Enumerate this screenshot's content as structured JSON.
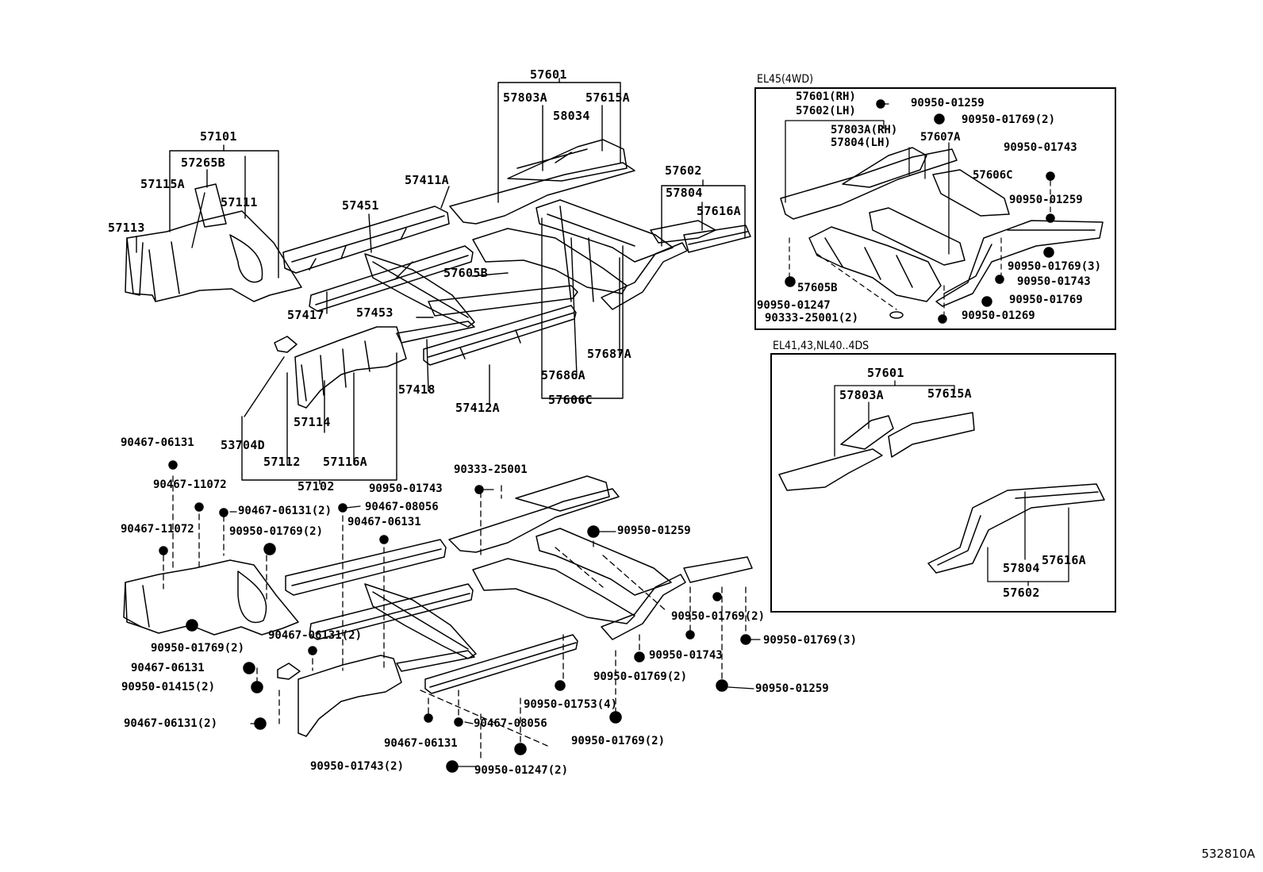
{
  "diagram": {
    "reference_code": "532810A",
    "insets": {
      "el45": {
        "title": "EL45(4WD)"
      },
      "el41": {
        "title": "EL41,43,NL40..4DS"
      }
    },
    "main_labels": {
      "p57601": "57601",
      "p57803A": "57803A",
      "p57615A": "57615A",
      "p58034": "58034",
      "p57101": "57101",
      "p57265B": "57265B",
      "p57115A": "57115A",
      "p57111": "57111",
      "p57113": "57113",
      "p57411A": "57411A",
      "p57602": "57602",
      "p57804": "57804",
      "p57616A": "57616A",
      "p57451": "57451",
      "p57605B": "57605B",
      "p57417": "57417",
      "p57453": "57453",
      "p57687A": "57687A",
      "p57418": "57418",
      "p57686A": "57686A",
      "p57412A": "57412A",
      "p57606C": "57606C",
      "p57114": "57114",
      "p53704D": "53704D",
      "p57112": "57112",
      "p57116A": "57116A",
      "p57102": "57102"
    },
    "hardware_labels": {
      "h1": "90467-06131",
      "h2": "90467-11072",
      "h3": "90467-06131(2)",
      "h4": "90467-08056",
      "h5": "90467-11072",
      "h6": "90950-01769(2)",
      "h7": "90467-06131",
      "h8": "90333-25001",
      "h9": "90950-01743",
      "h10": "90950-01259",
      "h11": "90950-01769(2)",
      "h12": "90467-06131(2)",
      "h13": "90950-01769(2)",
      "h14": "90467-06131",
      "h15": "90950-01415(2)",
      "h16": "90467-06131(2)",
      "h17": "90950-01743",
      "h18": "90950-01769(3)",
      "h19": "90950-01769(2)",
      "h20": "90950-01259",
      "h21": "90950-01753(4)",
      "h22": "90467-08056",
      "h23": "90467-06131",
      "h24": "90950-01769(2)",
      "h25": "90950-01743(2)",
      "h26": "90950-01247(2)"
    },
    "el45_labels": {
      "e1": "57601(RH)",
      "e2": "57602(LH)",
      "e3": "90950-01259",
      "e4": "90950-01769(2)",
      "e5": "57803A(RH)",
      "e6": "57804(LH)",
      "e7": "57607A",
      "e8": "90950-01743",
      "e9": "57606C",
      "e10": "90950-01259",
      "e11": "57605B",
      "e12": "90950-01769(3)",
      "e13": "90950-01743",
      "e14": "90950-01247",
      "e15": "90950-01769",
      "e16": "90333-25001(2)",
      "e17": "90950-01269"
    },
    "el41_labels": {
      "f1": "57601",
      "f2": "57803A",
      "f3": "57615A",
      "f4": "57804",
      "f5": "57616A",
      "f6": "57602"
    }
  }
}
